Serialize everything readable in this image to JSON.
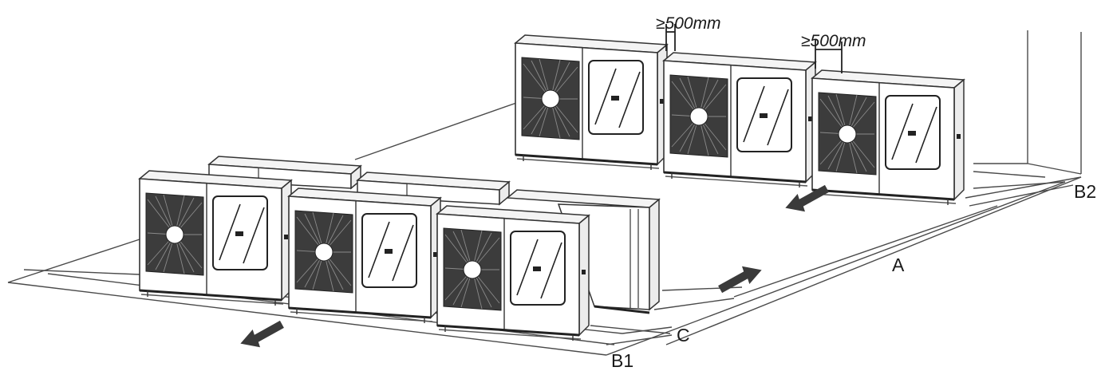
{
  "labels": {
    "gap_left": "≥500mm",
    "gap_right": "≥500mm",
    "dim_a": "A",
    "dim_b1": "B1",
    "dim_b2": "B2",
    "dim_c": "C"
  },
  "colors": {
    "line": "#4a4a4a",
    "casing_front": "#ffffff",
    "casing_top": "#f4f4f4",
    "casing_side": "#ececec",
    "fan_grille": "#3c3c3c",
    "arrow": "#3a3a3a"
  },
  "icons": {
    "airflow": "airflow-arrow-icon",
    "fan": "fan-grille-icon"
  }
}
